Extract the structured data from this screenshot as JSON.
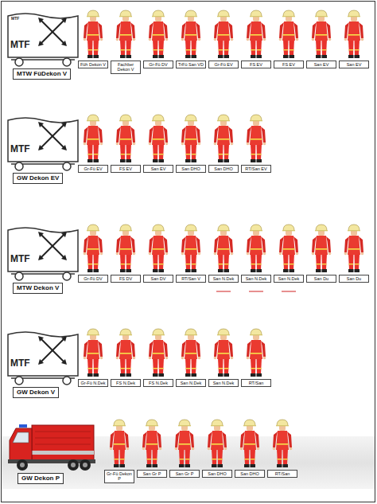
{
  "diagram": {
    "nodes": [
      {
        "text": [
          "MTW FüDekon V"
        ]
      },
      {
        "text": [
          "Füh Dekon V"
        ]
      },
      {
        "text": [
          "Fachber Dekon V"
        ]
      },
      {
        "text": [
          "Gr-Fü DV"
        ]
      },
      {
        "text": [
          "TrFü San VD"
        ]
      },
      {
        "text": [
          "Gr-Fü EV"
        ]
      },
      {
        "text": [
          "FS EV"
        ]
      },
      {
        "text": [
          "FS EV"
        ]
      },
      {
        "text": [
          "San EV"
        ]
      },
      {
        "text": [
          "San EV"
        ]
      },
      {
        "text": [
          "GW Dekon EV"
        ]
      },
      {
        "text": [
          "Gr-Fü EV"
        ]
      },
      {
        "text": [
          "FS EV"
        ]
      },
      {
        "text": [
          "San EV"
        ]
      },
      {
        "text": [
          "San DHO"
        ]
      },
      {
        "text": [
          "San DHO"
        ]
      },
      {
        "text": [
          "RT/San EV"
        ]
      },
      {
        "text": [
          "MTW Dekon V"
        ]
      },
      {
        "text": [
          "Gr-Fü DV"
        ]
      },
      {
        "text": [
          "FS DV"
        ]
      },
      {
        "text": [
          "San DV"
        ]
      },
      {
        "text": [
          "RT/San V"
        ]
      },
      {
        "text": [
          "San N.Dek"
        ]
      },
      {
        "text": [
          "San N.Dek"
        ]
      },
      {
        "text": [
          "San N.Dek"
        ]
      },
      {
        "text": [
          "San Du"
        ]
      },
      {
        "text": [
          "San Du"
        ]
      },
      {
        "text": [
          "GW Dekon V"
        ]
      },
      {
        "text": [
          "Gr-Fü N.Dek"
        ]
      },
      {
        "text": [
          "FS N.Dek"
        ]
      },
      {
        "text": [
          "FS N.Dek"
        ]
      },
      {
        "text": [
          "San N.Dek"
        ]
      },
      {
        "text": [
          "San N.Dek"
        ]
      },
      {
        "text": [
          "RT/San"
        ]
      },
      {
        "text": [
          "GW Dekon P"
        ]
      },
      {
        "text": [
          "Gr-Fü Dekon P"
        ]
      },
      {
        "text": [
          "San Gr P"
        ]
      },
      {
        "text": [
          "San Gr P"
        ]
      },
      {
        "text": [
          "San DHO"
        ]
      },
      {
        "text": [
          "San DHO"
        ]
      },
      {
        "text": [
          "RT/San"
        ]
      }
    ],
    "labels": [
      "MTF",
      "MTF",
      "MTF",
      "MTF",
      "MTF"
    ]
  }
}
